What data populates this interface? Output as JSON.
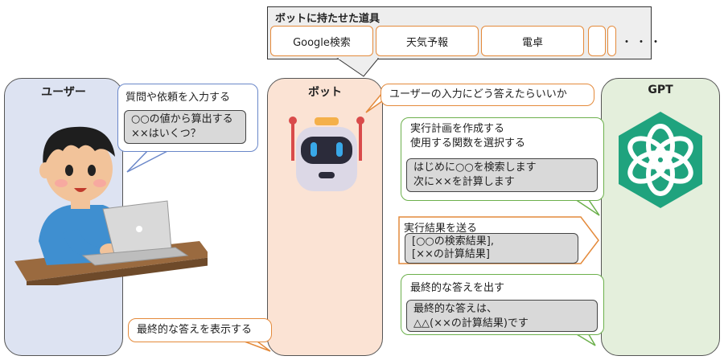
{
  "tools": {
    "title": "ボットに持たせた道具",
    "items": [
      "Google検索",
      "天気予報",
      "電卓"
    ],
    "more": "・・・"
  },
  "columns": {
    "user": "ユーザー",
    "bot": "ボット",
    "gpt": "GPT"
  },
  "bubbles": {
    "user_request": {
      "label": "質問や依頼を入力する",
      "lines": [
        "○○の値から算出する",
        "××はいくつ？"
      ]
    },
    "bot_ask": "ユーザーの入力にどう答えたらいいか",
    "gpt_plan": {
      "label1": "実行計画を作成する",
      "label2": "使用する関数を選択する",
      "lines": [
        "はじめに○○を検索します",
        "次に××を計算します"
      ]
    },
    "bot_result": {
      "label": "実行結果を送る",
      "lines": [
        "[○○の検索結果],",
        "[××の計算結果]"
      ]
    },
    "gpt_answer": {
      "label": "最終的な答えを出す",
      "lines": [
        "最終的な答えは、",
        "△△(××の計算結果)です"
      ]
    },
    "display": "最終的な答えを表示する"
  },
  "colors": {
    "user_bg": "#dde3f2",
    "bot_bg": "#fbe3d4",
    "gpt_bg": "#e4efdc",
    "gpt_logo": "#1fa37e",
    "orange": "#e48a3b",
    "green": "#6cb04c",
    "blue": "#6a87c9"
  }
}
